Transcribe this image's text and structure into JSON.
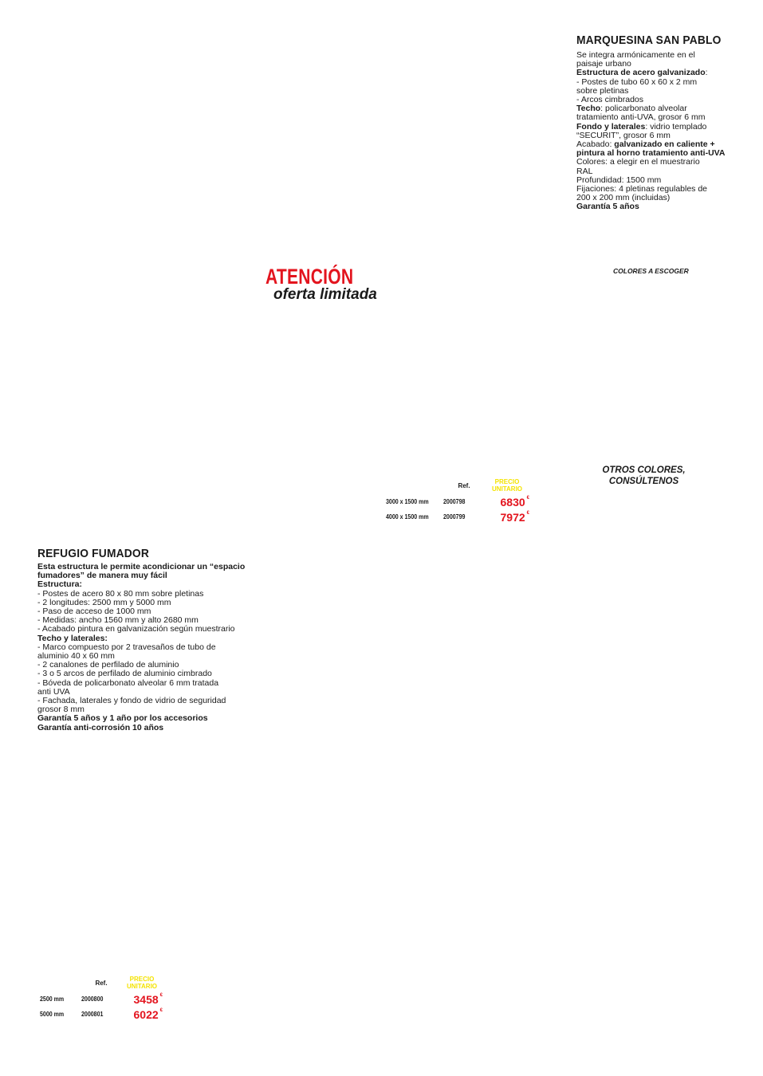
{
  "marquesina": {
    "title": "MARQUESINA SAN PABLO",
    "lines": [
      {
        "text": "Se integra armónicamente en el",
        "bold": false
      },
      {
        "text": "paisaje urbano",
        "bold": false
      },
      {
        "text": "Estructura de acero galvanizado",
        "bold": true,
        "suffix": ":"
      },
      {
        "text": "- Postes de tubo 60 x 60 x 2 mm",
        "bold": false
      },
      {
        "text": "sobre pletinas",
        "bold": false
      },
      {
        "text": "- Arcos cimbrados",
        "bold": false
      },
      {
        "text": "Techo",
        "bold": true,
        "suffix": ": policarbonato alveolar"
      },
      {
        "text": "tratamiento anti-UVA, grosor 6 mm",
        "bold": false
      },
      {
        "text": "Fondo y laterales",
        "bold": true,
        "suffix": ": vidrio templado"
      },
      {
        "text": "“SECURIT”, grosor 6 mm",
        "bold": false
      },
      {
        "text": "Acabado: ",
        "bold": false,
        "bold_suffix": "galvanizado en caliente +"
      },
      {
        "text": "pintura al horno tratamiento anti-UVA",
        "bold": true
      },
      {
        "text": "Colores: a elegir en el muestrario",
        "bold": false
      },
      {
        "text": "RAL",
        "bold": false
      },
      {
        "text": "Profundidad: 1500 mm",
        "bold": false
      },
      {
        "text": "Fijaciones: 4 pletinas regulables de",
        "bold": false
      },
      {
        "text": "200 x 200 mm (incluidas)",
        "bold": false
      },
      {
        "text": "Garantía 5 años",
        "bold": true
      }
    ],
    "colors_note": "COLORES A ESCOGER",
    "other_colors_note_1": "OTROS COLORES,",
    "other_colors_note_2": "CONSÚLTENOS",
    "table": {
      "ref_header": "Ref.",
      "price_header_1": "PRECIO",
      "price_header_2": "UNITARIO",
      "rows": [
        {
          "size": "3000 x 1500 mm",
          "ref": "2000798",
          "price": "6830",
          "currency": "€"
        },
        {
          "size": "4000 x 1500 mm",
          "ref": "2000799",
          "price": "7972",
          "currency": "€"
        }
      ]
    }
  },
  "promo": {
    "line1": "ATENCIÓN",
    "line2": "oferta limitada"
  },
  "refugio": {
    "title": "REFUGIO FUMADOR",
    "lines": [
      {
        "text": "Esta estructura le permite acondicionar un “espacio",
        "bold": true
      },
      {
        "text": "fumadores” de manera muy fácil",
        "bold": true
      },
      {
        "text": "Estructura:",
        "bold": true
      },
      {
        "text": "- Postes de acero 80 x 80 mm sobre pletinas",
        "bold": false
      },
      {
        "text": "- 2 longitudes: 2500 mm y 5000 mm",
        "bold": false
      },
      {
        "text": "- Paso de acceso de 1000 mm",
        "bold": false
      },
      {
        "text": "- Medidas: ancho 1560 mm y alto 2680 mm",
        "bold": false
      },
      {
        "text": "- Acabado pintura en galvanización según muestrario",
        "bold": false
      },
      {
        "text": "Techo y laterales:",
        "bold": true
      },
      {
        "text": "- Marco compuesto por 2 travesaños de tubo de",
        "bold": false
      },
      {
        "text": "aluminio 40 x 60 mm",
        "bold": false
      },
      {
        "text": "- 2 canalones de perfilado de aluminio",
        "bold": false
      },
      {
        "text": "- 3 o 5 arcos de perfilado de aluminio cimbrado",
        "bold": false
      },
      {
        "text": "- Bóveda de policarbonato alveolar 6 mm tratada",
        "bold": false
      },
      {
        "text": "anti UVA",
        "bold": false
      },
      {
        "text": "- Fachada, laterales y fondo de vidrio de seguridad",
        "bold": false
      },
      {
        "text": "grosor 8 mm",
        "bold": false
      },
      {
        "text": "Garantía 5 años y 1 año por los accesorios",
        "bold": true
      },
      {
        "text": "Garantía anti-corrosión 10 años",
        "bold": true
      }
    ],
    "table": {
      "ref_header": "Ref.",
      "price_header_1": "PRECIO",
      "price_header_2": "UNITARIO",
      "rows": [
        {
          "size": "2500 mm",
          "ref": "2000800",
          "price": "3458",
          "currency": "€"
        },
        {
          "size": "5000 mm",
          "ref": "2000801",
          "price": "6022",
          "currency": "€"
        }
      ]
    }
  }
}
